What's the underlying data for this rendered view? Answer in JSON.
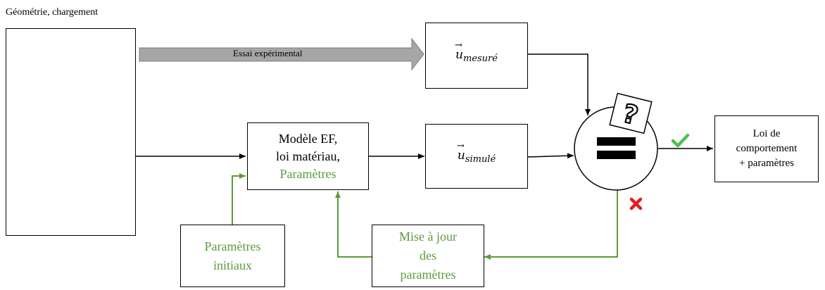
{
  "labels": {
    "geometry_title": "Géométrie, chargement",
    "experiment_arrow": "Essai expérimental",
    "u_measured_var": "u",
    "u_measured_sub": "mesuré",
    "u_simulated_var": "u",
    "u_simulated_sub": "simulé",
    "model_line1": "Modèle EF,",
    "model_line2": "loi matériau,",
    "model_line3": "Paramètres",
    "law_line1": "Loi de",
    "law_line2": "comportement",
    "law_line3": "+ paramètres",
    "initial_line1": "Paramètres",
    "initial_line2": "initiaux",
    "update_line1": "Mise à jour",
    "update_line2": "des",
    "update_line3": "paramètres",
    "question_mark": "?"
  },
  "colors": {
    "green": "#5b9b3a",
    "red_arrow": "#c00000",
    "red_cross": "#e02020",
    "check": "#4cc24c",
    "specimen": "#9ec3e8",
    "grey_arrow": "#a6a6a6"
  }
}
